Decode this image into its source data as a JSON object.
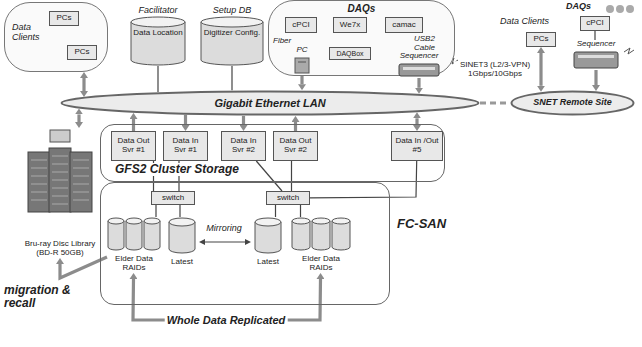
{
  "diagram": {
    "nodes": [
      {
        "text": [
          "Data Clients"
        ]
      },
      {
        "text": [
          "PCs"
        ],
        "in": 0
      },
      {
        "text": [
          "PCs"
        ],
        "in": 0
      },
      {
        "text": [
          "Facilitator",
          "Data Location"
        ]
      },
      {
        "text": [
          "Setup DB",
          "Digitizer Config."
        ]
      },
      {
        "text": [
          "DAQs"
        ]
      },
      {
        "text": [
          "cPCI"
        ],
        "in": 5
      },
      {
        "text": [
          "We7x"
        ],
        "in": 5
      },
      {
        "text": [
          "camac"
        ],
        "in": 5
      },
      {
        "text": [
          "DAQBox"
        ],
        "in": 5
      },
      {
        "text": [
          "PC"
        ]
      },
      {
        "text": [
          "Sequencer"
        ]
      },
      {
        "text": [
          "Gigabit Ethernet LAN"
        ]
      },
      {
        "text": [
          "SNET Remote Site"
        ]
      },
      {
        "text": [
          "PCs"
        ]
      },
      {
        "text": [
          "cPCI"
        ]
      },
      {
        "text": [
          "Sequencer"
        ]
      },
      {
        "text": [
          "Bru-ray Disc Library (BD-R 50GB)"
        ]
      },
      {
        "text": [
          "GFS2 Cluster Storage"
        ]
      },
      {
        "text": [
          "Data Out Svr #1"
        ],
        "in": 18
      },
      {
        "text": [
          "Data In Svr #1"
        ],
        "in": 18
      },
      {
        "text": [
          "Data In Svr #2"
        ],
        "in": 18
      },
      {
        "text": [
          "Data Out Svr #2"
        ],
        "in": 18
      },
      {
        "text": [
          "Data In /Out #5"
        ],
        "in": 18
      },
      {
        "text": [
          "FC-SAN"
        ]
      },
      {
        "text": [
          "switch"
        ],
        "in": 24
      },
      {
        "text": [
          "switch"
        ],
        "in": 24
      },
      {
        "text": [
          "Elder Data RAIDs"
        ],
        "in": 24
      },
      {
        "text": [
          "Latest"
        ],
        "in": 24
      },
      {
        "text": [
          "Latest"
        ],
        "in": 24
      },
      {
        "text": [
          "Elder Data RAIDs"
        ],
        "in": 24
      }
    ],
    "edges": [
      {
        "from": 0,
        "to": 12,
        "arrow": "both"
      },
      {
        "from": 3,
        "to": 12,
        "arrow": "none"
      },
      {
        "from": 4,
        "to": 12,
        "arrow": "none"
      },
      {
        "from": 10,
        "to": 12,
        "arrow": "to"
      },
      {
        "from": 11,
        "to": 12,
        "arrow": "to"
      },
      {
        "from": 6,
        "to": 10,
        "arrow": "none"
      },
      {
        "from": 7,
        "to": 9,
        "arrow": "none"
      },
      {
        "from": 9,
        "to": 10,
        "arrow": "none"
      },
      {
        "from": 8,
        "to": 11,
        "arrow": "none"
      },
      {
        "from": 12,
        "to": 13,
        "label": "SINET3 (L2/3-VPN) 1Gbps/10Gbps",
        "arrow": "none"
      },
      {
        "from": 14,
        "to": 13,
        "arrow": "both"
      },
      {
        "from": 15,
        "to": 16,
        "arrow": "none"
      },
      {
        "from": 16,
        "to": 13,
        "arrow": "to"
      },
      {
        "from": 12,
        "to": 17,
        "arrow": "both"
      },
      {
        "from": 19,
        "to": 12,
        "arrow": "to"
      },
      {
        "from": 12,
        "to": 20,
        "arrow": "to"
      },
      {
        "from": 12,
        "to": 21,
        "arrow": "to"
      },
      {
        "from": 22,
        "to": 12,
        "arrow": "to"
      },
      {
        "from": 23,
        "to": 12,
        "arrow": "both"
      },
      {
        "from": 19,
        "to": 25,
        "arrow": "none"
      },
      {
        "from": 20,
        "to": 25,
        "arrow": "none"
      },
      {
        "from": 21,
        "to": 26,
        "arrow": "none"
      },
      {
        "from": 22,
        "to": 26,
        "arrow": "none"
      },
      {
        "from": 23,
        "to": 26,
        "arrow": "none"
      },
      {
        "from": 25,
        "to": 27,
        "arrow": "none"
      },
      {
        "from": 25,
        "to": 28,
        "arrow": "none"
      },
      {
        "from": 26,
        "to": 29,
        "arrow": "none"
      },
      {
        "from": 26,
        "to": 30,
        "arrow": "none"
      },
      {
        "from": 28,
        "to": 29,
        "label": "Mirroring",
        "arrow": "both"
      },
      {
        "from": 27,
        "to": 30,
        "label": "Whole Data Replicated",
        "arrow": "both"
      },
      {
        "from": 27,
        "to": 17,
        "arrow": "to"
      }
    ],
    "labels": [
      "Fiber",
      "USB2 Cable",
      "Data Clients",
      "DAQs",
      "migration & recall"
    ]
  }
}
